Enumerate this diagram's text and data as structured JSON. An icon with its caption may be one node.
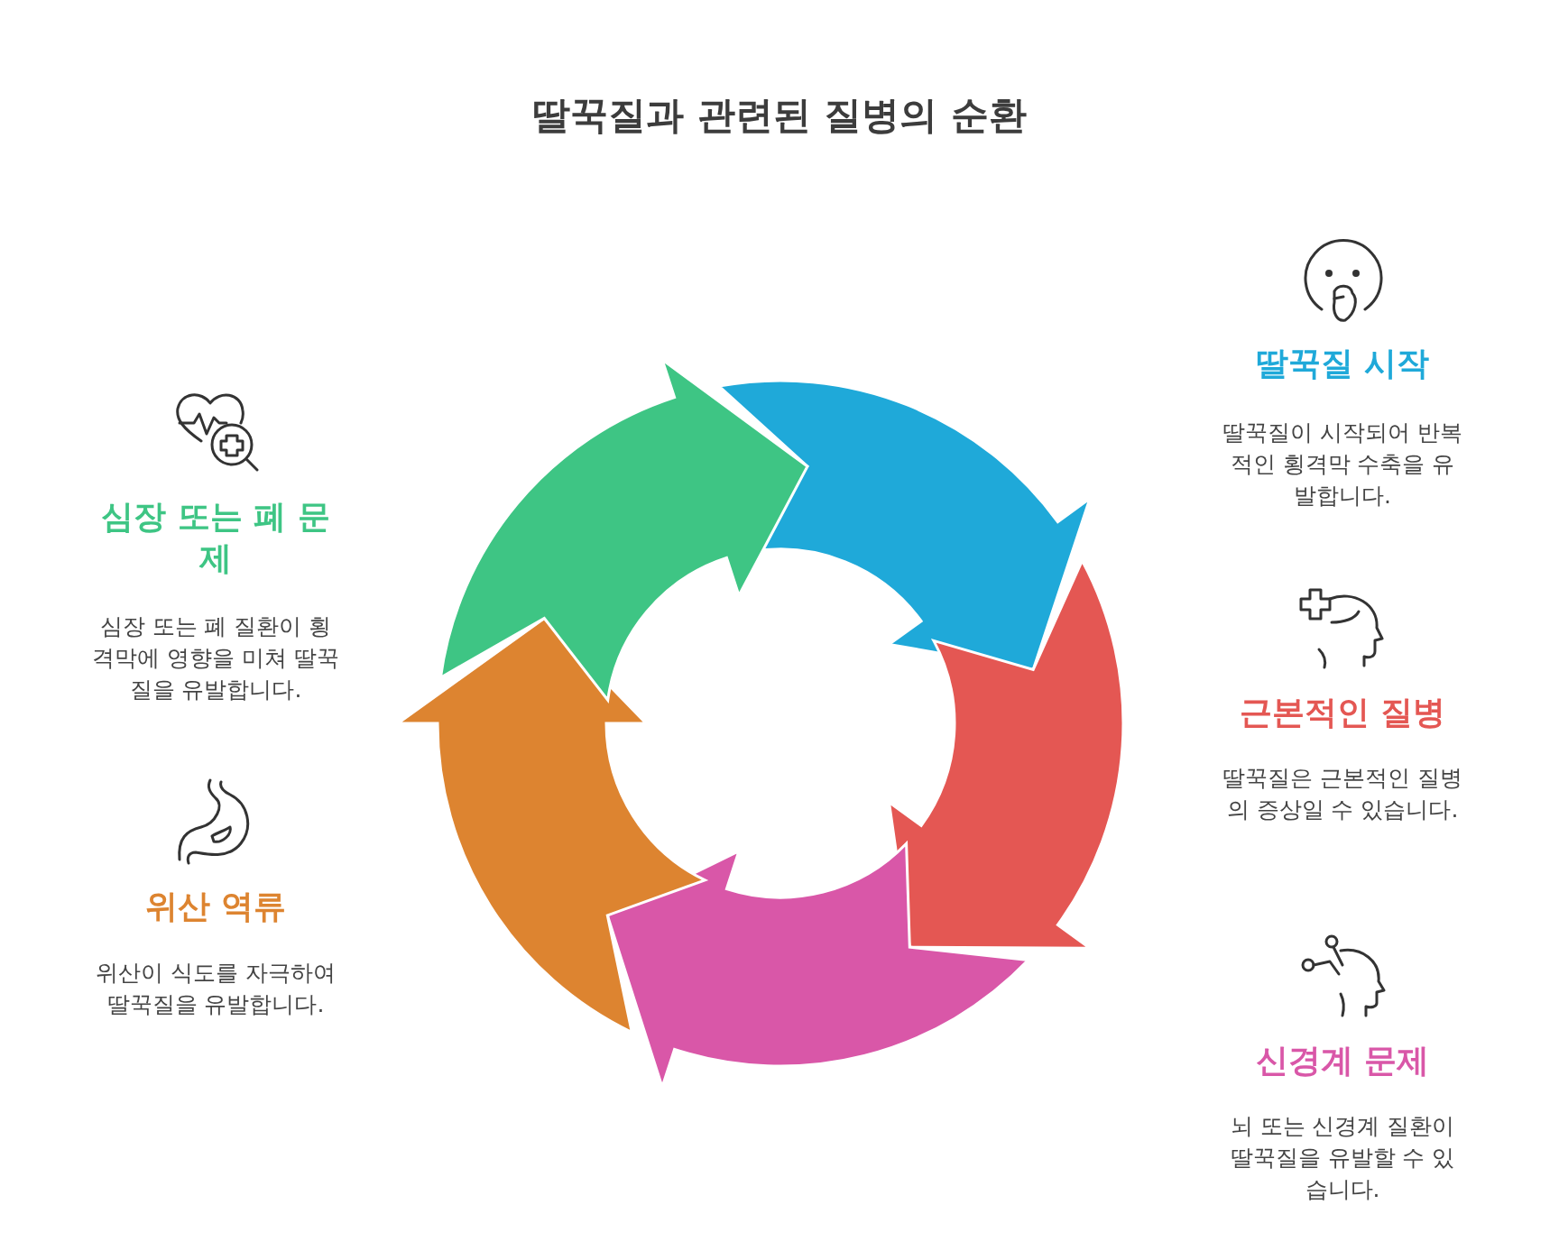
{
  "diagram": {
    "title": "딸꾹질과 관련된 질병의 순환",
    "labels": [
      "딸꾹질 시작",
      "딸꾹질이 시작되어 반복적인 횡격막 수축을 유발합니다.",
      "심장 또는 폐 문제",
      "심장 또는 폐 질환이 횡격막에 영향을 미쳐 딸꾹질을 유발합니다.",
      "근본적인 질병",
      "딸꾹질은 근본적인 질병의 증상일 수 있습니다.",
      "위산 역류",
      "위산이 식도를 자극하여 딸꾹질을 유발합니다.",
      "신경계 문제",
      "뇌 또는 신경계 질환이 딸꾹질을 유발할 수 있습니다."
    ]
  }
}
